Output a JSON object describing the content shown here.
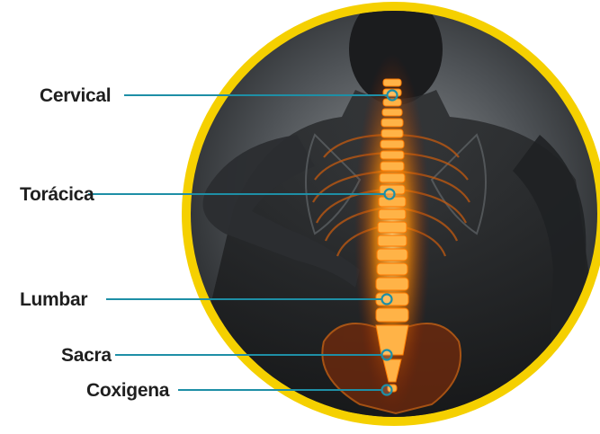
{
  "colors": {
    "ring": "#f5d000",
    "leader_line": "#1e8fa6",
    "marker": "#1e8fa6",
    "spine_glow": "#ff8a00",
    "label_text": "#1f1f1f"
  },
  "regions": [
    {
      "id": "cervical",
      "label": "Cervical"
    },
    {
      "id": "toracica",
      "label": "Torácica"
    },
    {
      "id": "lumbar",
      "label": "Lumbar"
    },
    {
      "id": "sacra",
      "label": "Sacra"
    },
    {
      "id": "coxigena",
      "label": "Coxigena"
    }
  ]
}
